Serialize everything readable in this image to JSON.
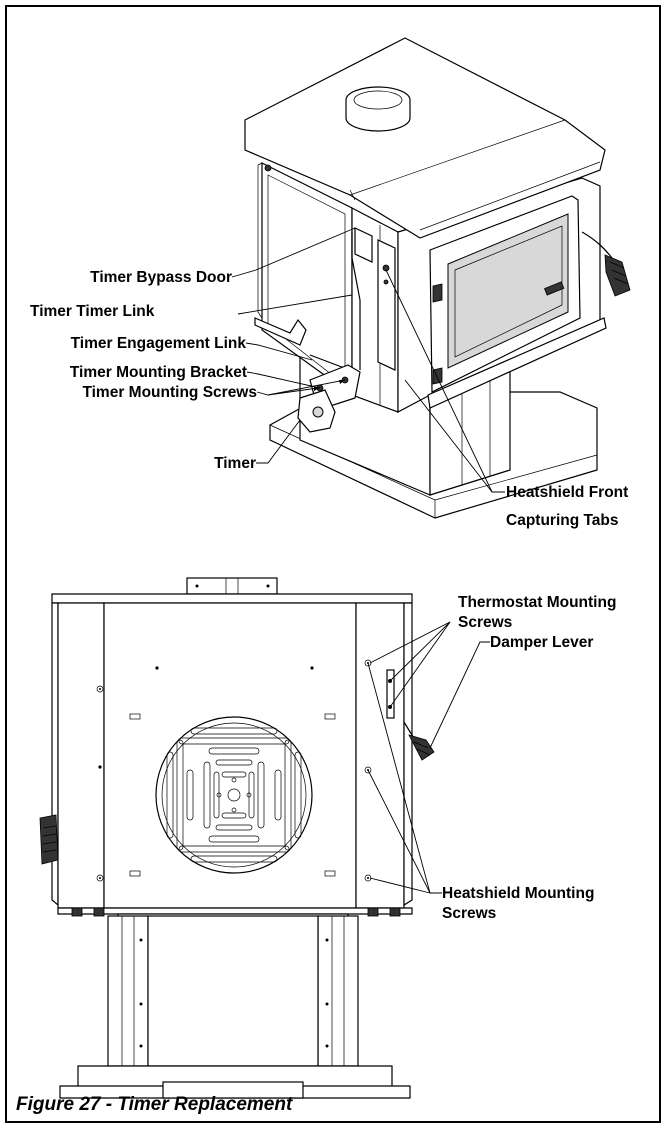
{
  "figure": {
    "caption": "Figure 27 - Timer Replacement"
  },
  "top_view": {
    "labels": {
      "timer_bypass_door": "Timer Bypass Door",
      "timer_timer_link": "Timer Timer Link",
      "timer_engagement_link": "Timer Engagement Link",
      "timer_mounting_bracket": "Timer Mounting Bracket",
      "timer_mounting_screws": "Timer Mounting Screws",
      "timer": "Timer",
      "heatshield_front_line1": "Heatshield Front",
      "heatshield_front_line2": "Capturing Tabs"
    }
  },
  "side_view": {
    "labels": {
      "thermostat_line1": "Thermostat Mounting",
      "thermostat_line2": "Screws",
      "damper_lever": "Damper Lever",
      "heatshield_mounting_line1": "Heatshield Mounting",
      "heatshield_mounting_line2": "Screws"
    }
  }
}
